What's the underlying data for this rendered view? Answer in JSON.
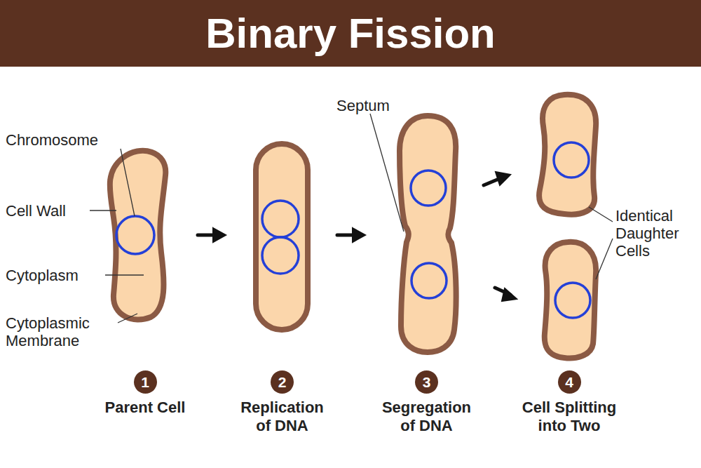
{
  "diagram": {
    "title": "Binary Fission",
    "nodes": [
      {
        "text": [
          "1",
          "Parent Cell"
        ]
      },
      {
        "text": [
          "2",
          "Replication of DNA"
        ]
      },
      {
        "text": [
          "3",
          "Segregation of DNA"
        ]
      },
      {
        "text": [
          "4",
          "Cell Splitting into Two"
        ]
      }
    ],
    "labels": [
      "Chromosome",
      "Cell Wall",
      "Cytoplasm",
      "Cytoplasmic Membrane",
      "Septum",
      "Identical Daughter Cells"
    ]
  }
}
